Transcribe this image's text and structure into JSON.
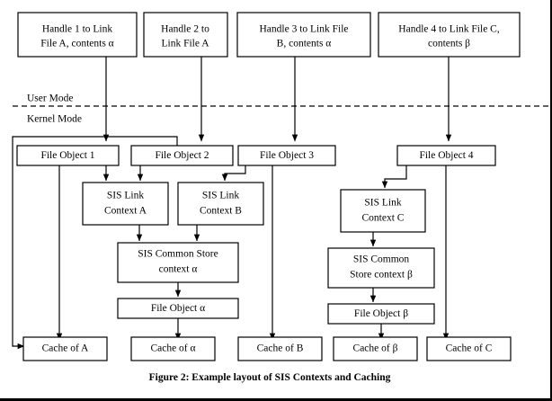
{
  "figure": {
    "caption": "Figure 2: Example layout of SIS Contexts and Caching",
    "mode_labels": {
      "user": "User Mode",
      "kernel": "Kernel Mode"
    },
    "colors": {
      "stroke": "#000000",
      "fill": "#ffffff",
      "background": "#ffffff"
    }
  },
  "nodes": {
    "handles": [
      {
        "id": "handle1",
        "line1": "Handle 1 to Link",
        "line2": "File A, contents α"
      },
      {
        "id": "handle2",
        "line1": "Handle 2 to",
        "line2": "Link File A"
      },
      {
        "id": "handle3",
        "line1": "Handle 3 to Link File",
        "line2": "B, contents α"
      },
      {
        "id": "handle4",
        "line1": "Handle 4 to Link File C,",
        "line2": "contents β"
      }
    ],
    "file_objects": [
      {
        "id": "fo1",
        "label": "File Object 1"
      },
      {
        "id": "fo2",
        "label": "File Object 2"
      },
      {
        "id": "fo3",
        "label": "File Object 3"
      },
      {
        "id": "fo4",
        "label": "File Object 4"
      }
    ],
    "sis_link_contexts": [
      {
        "id": "slcA",
        "line1": "SIS Link",
        "line2": "Context A"
      },
      {
        "id": "slcB",
        "line1": "SIS Link",
        "line2": "Context B"
      },
      {
        "id": "slcC",
        "line1": "SIS Link",
        "line2": "Context C"
      }
    ],
    "sis_common_stores": [
      {
        "id": "scsAlpha",
        "line1": "SIS Common Store",
        "line2": "context α"
      },
      {
        "id": "scsBeta",
        "line1": "SIS Common",
        "line2": "Store context β"
      }
    ],
    "store_file_objects": [
      {
        "id": "foAlpha",
        "label": "File Object α"
      },
      {
        "id": "foBeta",
        "label": "File Object β"
      }
    ],
    "caches": [
      {
        "id": "cacheA",
        "label": "Cache of A"
      },
      {
        "id": "cacheAlpha",
        "label": "Cache of α"
      },
      {
        "id": "cacheB",
        "label": "Cache of B"
      },
      {
        "id": "cacheBeta",
        "label": "Cache of β"
      },
      {
        "id": "cacheC",
        "label": "Cache of C"
      }
    ]
  }
}
